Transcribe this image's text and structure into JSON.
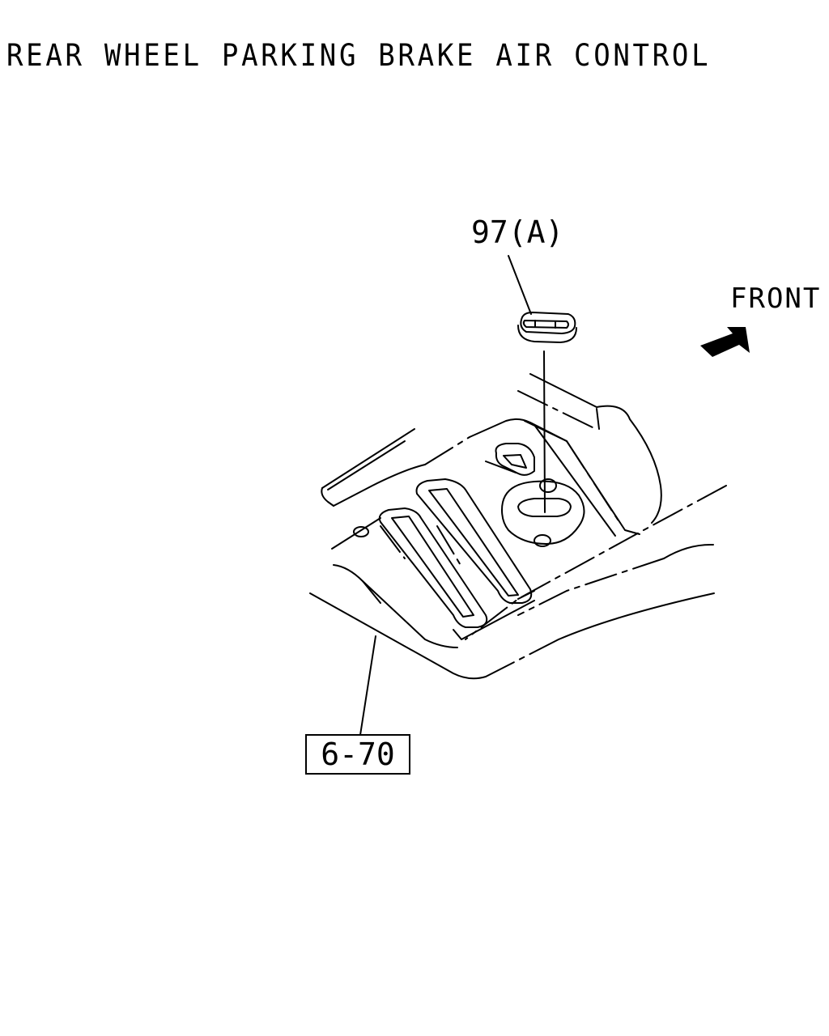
{
  "title": "REAR WHEEL PARKING BRAKE AIR CONTROL",
  "callouts": {
    "part_97": "97(A)",
    "ref_box": "6-70"
  },
  "direction": {
    "label": "FRONT",
    "arrow_icon": "front-arrow-icon"
  },
  "colors": {
    "ink": "#000000",
    "background": "#ffffff"
  }
}
